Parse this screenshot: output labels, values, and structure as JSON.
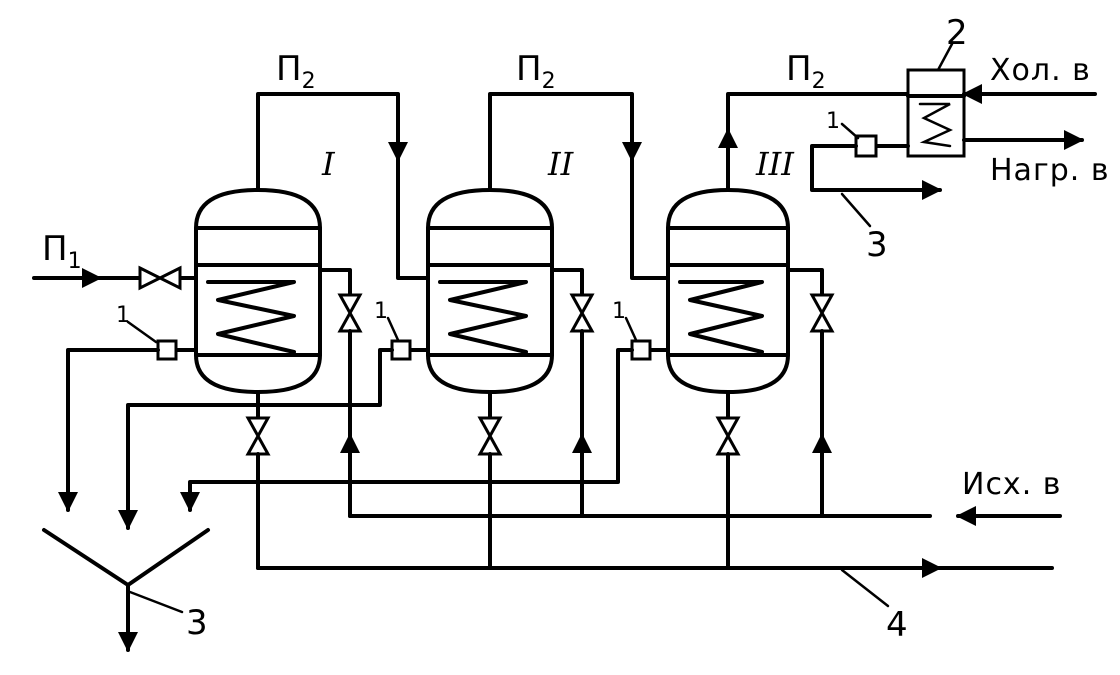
{
  "labels": {
    "steam_p1": "П",
    "steam_p1_sub": "1",
    "steam_p2": "П",
    "steam_p2_sub": "2",
    "vessel_1": "I",
    "vessel_2": "II",
    "vessel_3": "III",
    "num_trap": "1",
    "num_condenser": "2",
    "num_outlet": "3",
    "num_product_line": "4",
    "cold_water": "Хол. в",
    "heated_water": "Нагр. в",
    "source_water": "Исх. в"
  }
}
